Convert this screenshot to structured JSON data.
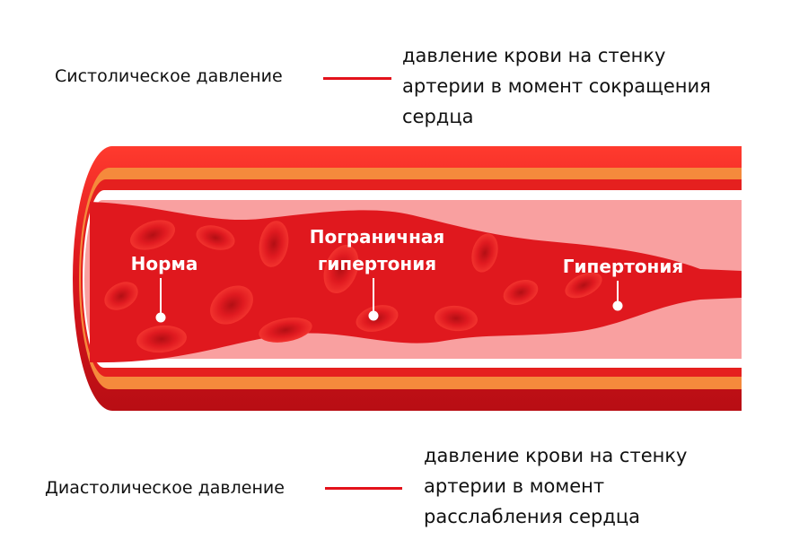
{
  "systolic": {
    "term": "Систолическое давление",
    "definition_lines": [
      "давление крови на стенку",
      "артерии в момент сокращения",
      "сердца"
    ]
  },
  "diastolic": {
    "term": "Диастолическое давление",
    "definition_lines": [
      "давление крови на стенку",
      "артерии в момент",
      "расслабления сердца"
    ]
  },
  "stages": {
    "normal": "Норма",
    "borderline_line1": "Пограничная",
    "borderline_line2": "гипертония",
    "hypertension": "Гипертония"
  },
  "colors": {
    "accent": "#e3121b",
    "vessel_outer": "#d9141c",
    "vessel_orange": "#f58a3c",
    "lumen_pink": "#f9a0a0",
    "blood": "#e0181e",
    "text": "#111111"
  }
}
